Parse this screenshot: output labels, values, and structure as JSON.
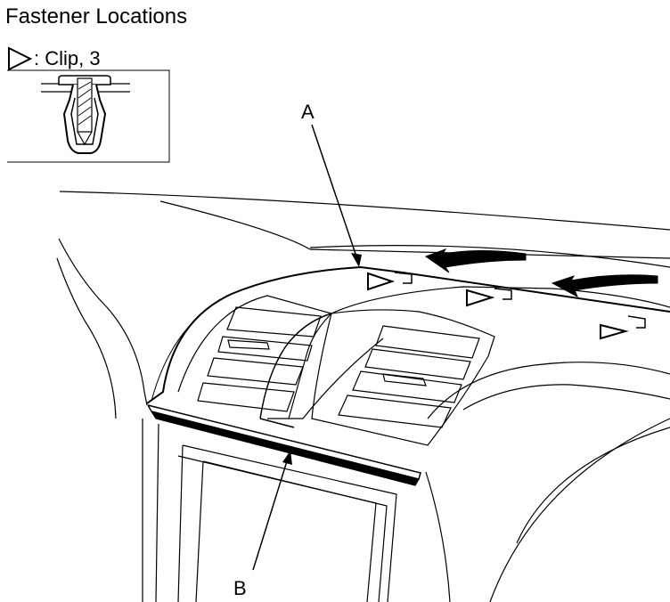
{
  "title": "Fastener Locations",
  "legend": {
    "symbol_icon": "clip-triangle-icon",
    "text": ": Clip, 3"
  },
  "labels": {
    "a": "A",
    "b": "B"
  },
  "colors": {
    "line": "#000000",
    "background": "#ffffff"
  }
}
